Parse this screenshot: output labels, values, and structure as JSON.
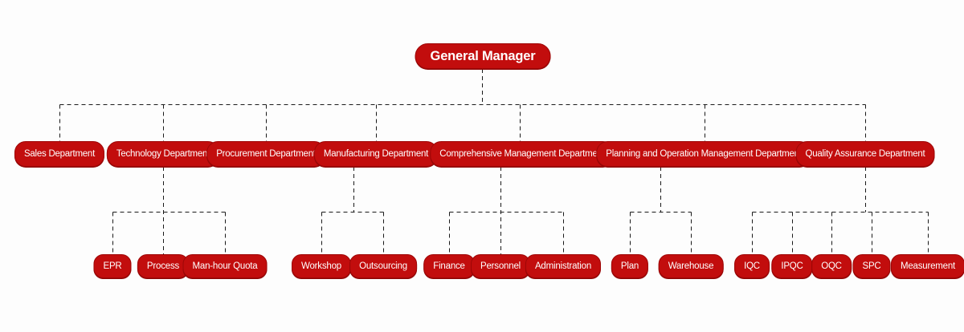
{
  "org": {
    "root": {
      "label": "General Manager"
    },
    "departments": [
      {
        "label": "Sales Department",
        "children": []
      },
      {
        "label": "Technology Department",
        "children": [
          {
            "label": "EPR"
          },
          {
            "label": "Process"
          },
          {
            "label": "Man-hour Quota"
          }
        ]
      },
      {
        "label": "Procurement Department",
        "children": []
      },
      {
        "label": "Manufacturing Department",
        "children": [
          {
            "label": "Workshop"
          },
          {
            "label": "Outsourcing"
          }
        ]
      },
      {
        "label": "Comprehensive Management Department",
        "children": [
          {
            "label": "Finance"
          },
          {
            "label": "Personnel"
          },
          {
            "label": "Administration"
          }
        ]
      },
      {
        "label": "Planning and Operation Management Department",
        "children": [
          {
            "label": "Plan"
          },
          {
            "label": "Warehouse"
          }
        ]
      },
      {
        "label": "Quality Assurance Department",
        "children": [
          {
            "label": "IQC"
          },
          {
            "label": "IPQC"
          },
          {
            "label": "OQC"
          },
          {
            "label": "SPC"
          },
          {
            "label": "Measurement"
          }
        ]
      }
    ],
    "colors": {
      "node_fill": "#c20d0d",
      "node_border": "#9e0707",
      "node_text": "#ffffff",
      "connector": "#1a1a1a",
      "background": "#fdfdfd"
    }
  }
}
